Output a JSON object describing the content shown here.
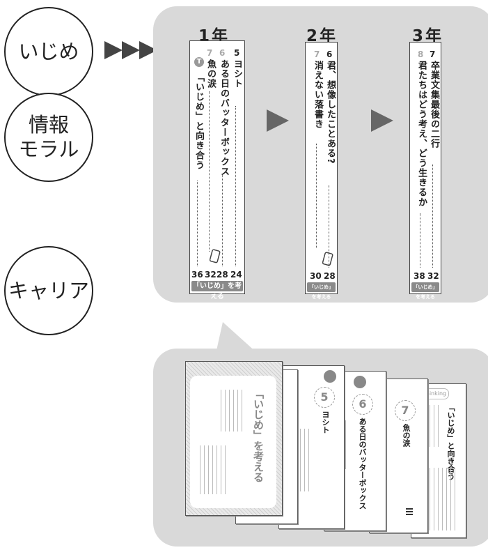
{
  "topics": {
    "bullying": "いじめ",
    "info_moral_1": "情報",
    "info_moral_2": "モラル",
    "career": "キャリア"
  },
  "years": {
    "y1": {
      "label": "1年",
      "lessons": [
        {
          "num": "5",
          "title": "ヨシト",
          "page": "24"
        },
        {
          "num": "6",
          "title": "ある日のバッターボックス",
          "page": "28"
        },
        {
          "num": "7",
          "title": "魚の涙",
          "page": "32"
        },
        {
          "num": "T",
          "title": "「いじめ」と向き合う",
          "page": "36"
        }
      ],
      "footer": "「いじめ」を考える"
    },
    "y2": {
      "label": "2年",
      "lessons": [
        {
          "num": "6",
          "title": "君、想像したことある?",
          "page": "28"
        },
        {
          "num": "7",
          "title": "消えない落書き",
          "page": "30"
        }
      ],
      "footer": "「いじめ」を考える"
    },
    "y3": {
      "label": "3年",
      "lessons": [
        {
          "num": "7",
          "title": "卒業文集最後の二行",
          "page": "32"
        },
        {
          "num": "8",
          "title": "君たちはどう考え、どう生きるか",
          "page": "38"
        }
      ],
      "footer": "「いじめ」を考える"
    }
  },
  "pages": {
    "cover_title": "「いじめ」を考える",
    "p1_num": "5",
    "p1_title": "ヨシト",
    "p2_num": "6",
    "p2_title": "ある日のバッターボックス",
    "p3_num": "7",
    "p3_title": "魚の涙",
    "p4_badge": "Thinking",
    "p4_title": "「いじめ」と向き合う"
  },
  "colors": {
    "panel": "#d9d9d9",
    "accent": "#444444"
  }
}
